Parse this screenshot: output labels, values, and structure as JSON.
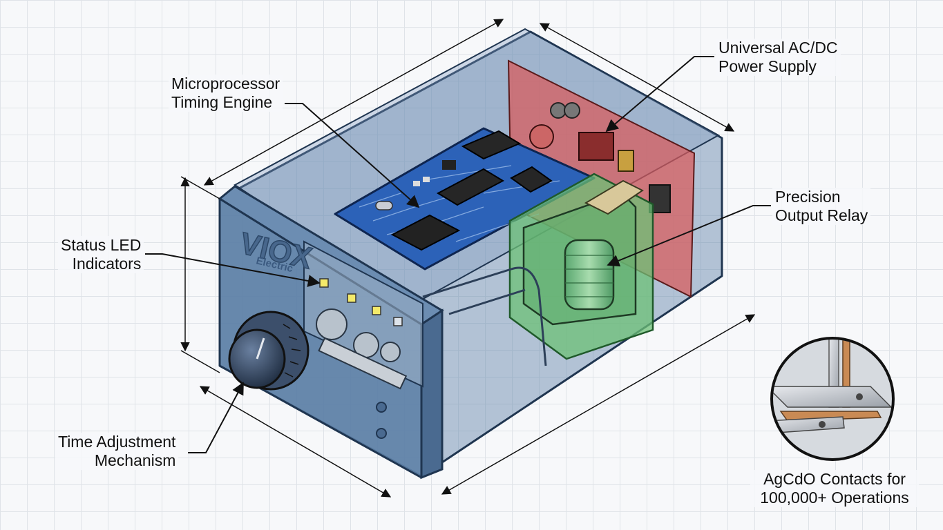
{
  "diagram": {
    "brand": {
      "logo_text": "VIOX",
      "logo_subtext": "Electric"
    },
    "callouts": {
      "microprocessor": {
        "line1": "Microprocessor",
        "line2": "Timing Engine"
      },
      "power_supply": {
        "line1": "Universal AC/DC",
        "line2": "Power Supply"
      },
      "relay": {
        "line1": "Precision",
        "line2": "Output Relay"
      },
      "led": {
        "line1": "Status LED",
        "line2": "Indicators"
      },
      "time_adjust": {
        "line1": "Time Adjustment",
        "line2": "Mechanism"
      },
      "contacts": {
        "line1": "AgCdO Contacts for",
        "line2": "100,000+ Operations"
      }
    },
    "colors": {
      "housing": "#5c7fa6",
      "housing_outline": "#1f3550",
      "pcb": "#2c62b8",
      "power_board": "#d85a5a",
      "relay_board": "#6cc076",
      "copper": "#c98a54"
    }
  }
}
